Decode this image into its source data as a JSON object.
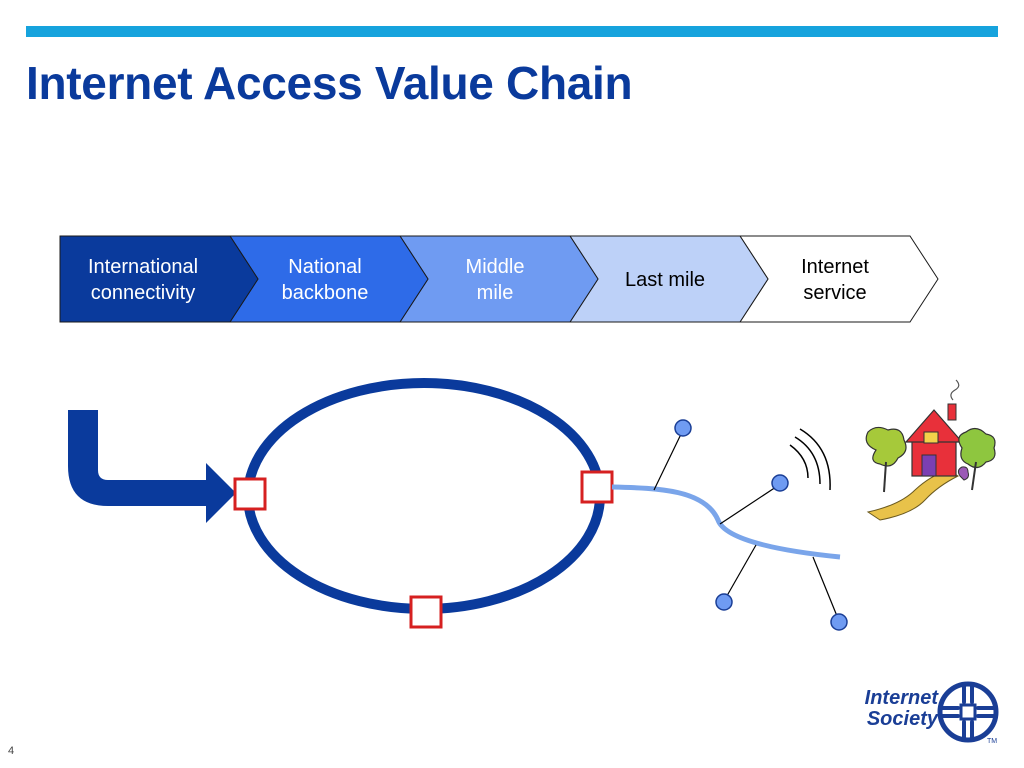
{
  "title": "Internet Access Value Chain",
  "page_number": "4",
  "chain": [
    {
      "lines": [
        "International",
        "connectivity"
      ],
      "fill": "#0a3a9c",
      "text_color": "#ffffff"
    },
    {
      "lines": [
        "National",
        "backbone"
      ],
      "fill": "#2e6be8",
      "text_color": "#ffffff"
    },
    {
      "lines": [
        "Middle",
        "mile"
      ],
      "fill": "#6f9bf2",
      "text_color": "#ffffff"
    },
    {
      "lines": [
        "Last mile"
      ],
      "fill": "#bdd1f8",
      "text_color": "#000000"
    },
    {
      "lines": [
        "Internet",
        "service"
      ],
      "fill": "#ffffff",
      "text_color": "#000000"
    }
  ],
  "colors": {
    "accent_bar": "#16a3dd",
    "title": "#0a3a9c",
    "ring": "#0a3a9c",
    "node_box": "#d62020",
    "last_mile_line": "#7aa5ea",
    "endpoint": "#6f9bf2"
  },
  "logo": {
    "line1": "Internet",
    "line2": "Society",
    "trademark": "TM"
  }
}
